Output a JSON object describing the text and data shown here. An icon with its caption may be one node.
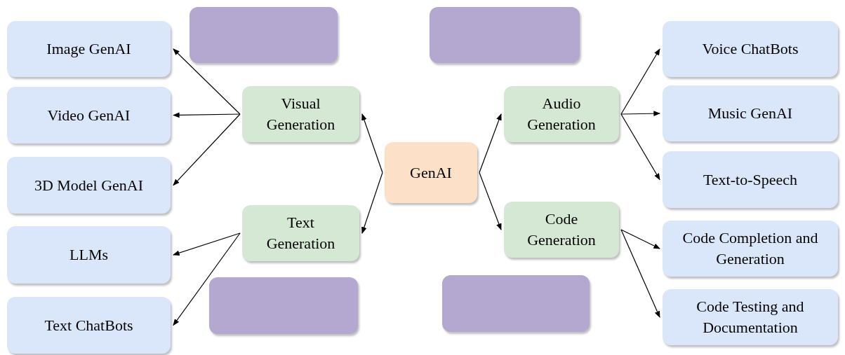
{
  "diagram": {
    "nodes": [
      {
        "text": [],
        "shape": "box"
      },
      {
        "text": [],
        "shape": "box"
      },
      {
        "text": [
          "Image GenAI"
        ]
      },
      {
        "text": [
          "Visual Generation"
        ]
      },
      {
        "text": [
          "Voice ChatBots"
        ]
      },
      {
        "text": [
          "Audio Generation"
        ]
      },
      {
        "text": [
          "Video GenAI"
        ]
      },
      {
        "text": [
          "Music GenAI"
        ]
      },
      {
        "text": [
          "GenAI"
        ]
      },
      {
        "text": [
          "3D Model GenAI"
        ]
      },
      {
        "text": [
          "Text-to-Speech"
        ]
      },
      {
        "text": [
          "Text Generation"
        ]
      },
      {
        "text": [
          "Code Generation"
        ]
      },
      {
        "text": [
          "LLMs"
        ]
      },
      {
        "text": [
          "Code Completion and Generation"
        ]
      },
      {
        "text": [],
        "shape": "box"
      },
      {
        "text": [],
        "shape": "box"
      },
      {
        "text": [
          "Text ChatBots"
        ]
      },
      {
        "text": [
          "Code Testing and Documentation"
        ]
      }
    ],
    "edges": [
      {
        "from": 8,
        "to": 3,
        "arrow": "to"
      },
      {
        "from": 8,
        "to": 11,
        "arrow": "to"
      },
      {
        "from": 8,
        "to": 5,
        "arrow": "to"
      },
      {
        "from": 8,
        "to": 12,
        "arrow": "to"
      },
      {
        "from": 3,
        "to": 2,
        "arrow": "to"
      },
      {
        "from": 3,
        "to": 6,
        "arrow": "to"
      },
      {
        "from": 3,
        "to": 9,
        "arrow": "to"
      },
      {
        "from": 11,
        "to": 13,
        "arrow": "to"
      },
      {
        "from": 11,
        "to": 17,
        "arrow": "to"
      },
      {
        "from": 5,
        "to": 4,
        "arrow": "to"
      },
      {
        "from": 5,
        "to": 7,
        "arrow": "to"
      },
      {
        "from": 5,
        "to": 10,
        "arrow": "to"
      },
      {
        "from": 12,
        "to": 14,
        "arrow": "to"
      },
      {
        "from": 12,
        "to": 18,
        "arrow": "to"
      }
    ]
  }
}
